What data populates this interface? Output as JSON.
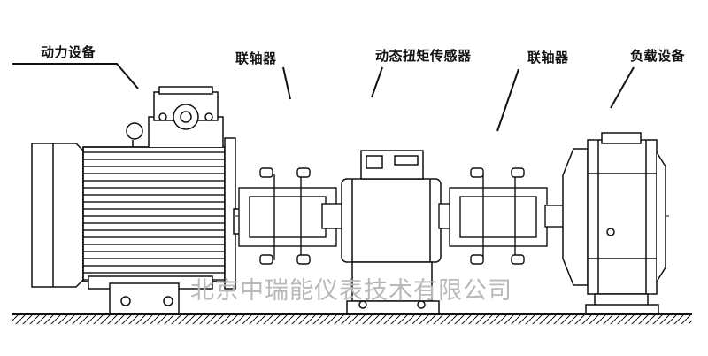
{
  "labels": {
    "motor": "动力设备",
    "coupling_left": "联轴器",
    "sensor": "动态扭矩传感器",
    "coupling_right": "联轴器",
    "load": "负载设备"
  },
  "watermark": "北京中瑞能仪表技术有限公司"
}
